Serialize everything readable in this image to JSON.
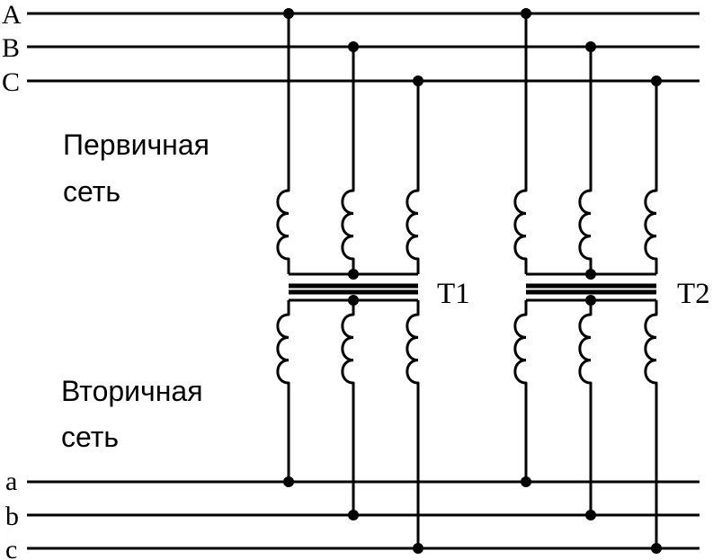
{
  "primary_buses": [
    {
      "id": "A",
      "label": "A"
    },
    {
      "id": "B",
      "label": "B"
    },
    {
      "id": "C",
      "label": "C"
    }
  ],
  "secondary_buses": [
    {
      "id": "a",
      "label": "a"
    },
    {
      "id": "b",
      "label": "b"
    },
    {
      "id": "c",
      "label": "c"
    }
  ],
  "primary_network": {
    "line1": "Первичная",
    "line2": "сеть"
  },
  "secondary_network": {
    "line1": "Вторичная",
    "line2": "сеть"
  },
  "transformers": [
    {
      "id": "T1",
      "label": "T1"
    },
    {
      "id": "T2",
      "label": "T2"
    }
  ]
}
